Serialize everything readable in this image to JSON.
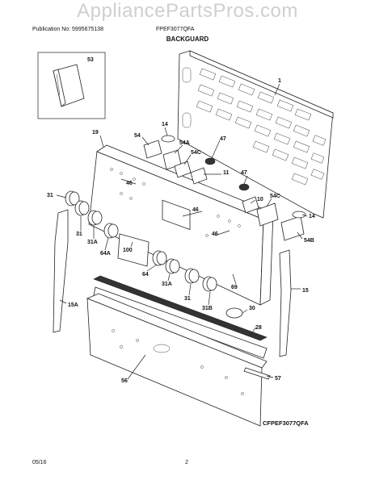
{
  "watermark": "AppliancePartsPros.com",
  "header": {
    "publication": "Publication No: 5995675138",
    "model": "FPEF3077QFA",
    "section_title": "BACKGUARD"
  },
  "footer": {
    "date": "05/16",
    "page": "2"
  },
  "model_code": "CFPEF3077QFA",
  "callouts": [
    "53",
    "1",
    "14",
    "54",
    "54A",
    "54C",
    "47",
    "11",
    "19",
    "46",
    "47",
    "10",
    "54C",
    "14",
    "54B",
    "31",
    "46",
    "46",
    "31",
    "31A",
    "100",
    "64A",
    "64",
    "31A",
    "31",
    "69",
    "15",
    "15A",
    "30",
    "31B",
    "28",
    "56",
    "57"
  ]
}
